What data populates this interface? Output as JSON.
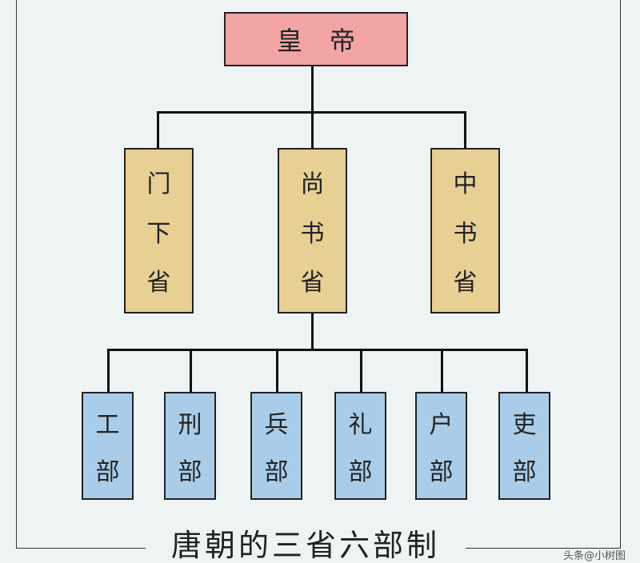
{
  "emperor": {
    "label_1": "皇",
    "label_2": "帝",
    "color": "#f2a3a3"
  },
  "departments": {
    "color": "#e8cf94",
    "menxia": [
      "门",
      "下",
      "省"
    ],
    "shangshu": [
      "尚",
      "书",
      "省"
    ],
    "zhongshu": [
      "中",
      "书",
      "省"
    ]
  },
  "ministries": {
    "color": "#a9cde9",
    "items": [
      [
        "工",
        "部"
      ],
      [
        "刑",
        "部"
      ],
      [
        "兵",
        "部"
      ],
      [
        "礼",
        "部"
      ],
      [
        "户",
        "部"
      ],
      [
        "吏",
        "部"
      ]
    ]
  },
  "caption": "唐朝的三省六部制",
  "watermark": "头条@小树图"
}
